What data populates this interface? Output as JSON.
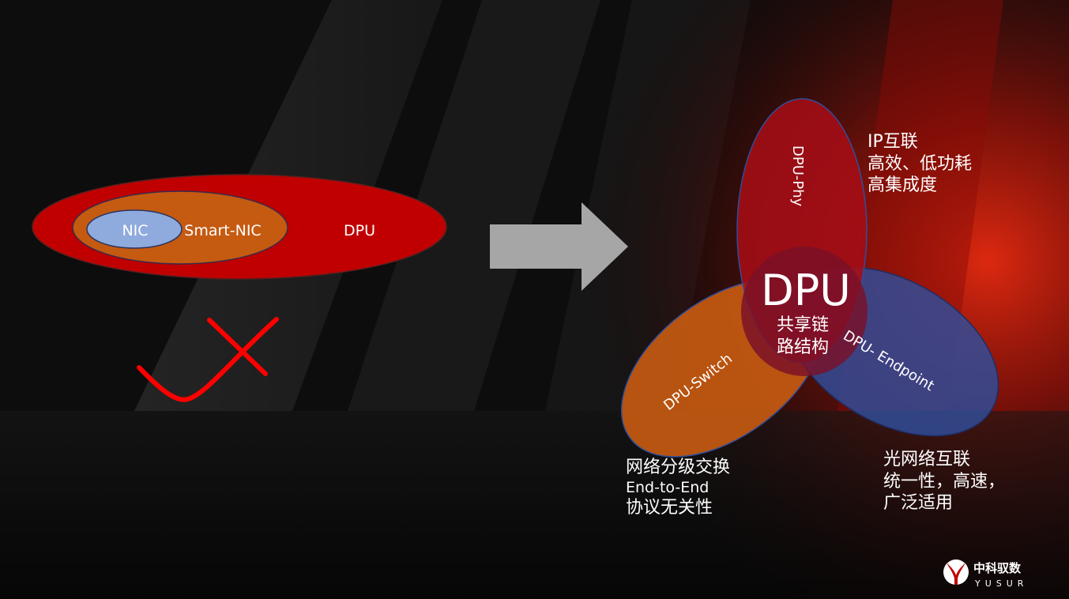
{
  "left_diagram": {
    "nic_label": "NIC",
    "smart_nic_label": "Smart-NIC",
    "dpu_label": "DPU"
  },
  "arrow": {
    "icon": "right-arrow-icon"
  },
  "cross_mark": {
    "icon": "check-cross-icon"
  },
  "venn": {
    "phy_label": "DPU-Phy",
    "switch_label": "DPU-Switch",
    "endpoint_label": "DPU- Endpoint",
    "center_title": "DPU",
    "center_sub_line1": "共享链",
    "center_sub_line2": "路结构"
  },
  "notes": {
    "phy": [
      "IP互联",
      "高效、低功耗",
      "高集成度"
    ],
    "switch": [
      "网络分级交换",
      "End-to-End",
      "协议无关性"
    ],
    "endpoint": [
      "光网络互联",
      "统一性，高速，",
      "广泛适用"
    ]
  },
  "logo": {
    "name_cn": "中科驭数",
    "name_en": "YUSUR"
  },
  "colors": {
    "dpu_red": "#c00000",
    "smart_nic_orange": "#c55a11",
    "nic_blue": "#8faadc",
    "switch_orange": "#c55a11",
    "endpoint_blue": "#2f4e9c",
    "phy_red": "#a50e16",
    "arrow_grey": "#a6a6a6",
    "mark_red": "#ff0000"
  }
}
